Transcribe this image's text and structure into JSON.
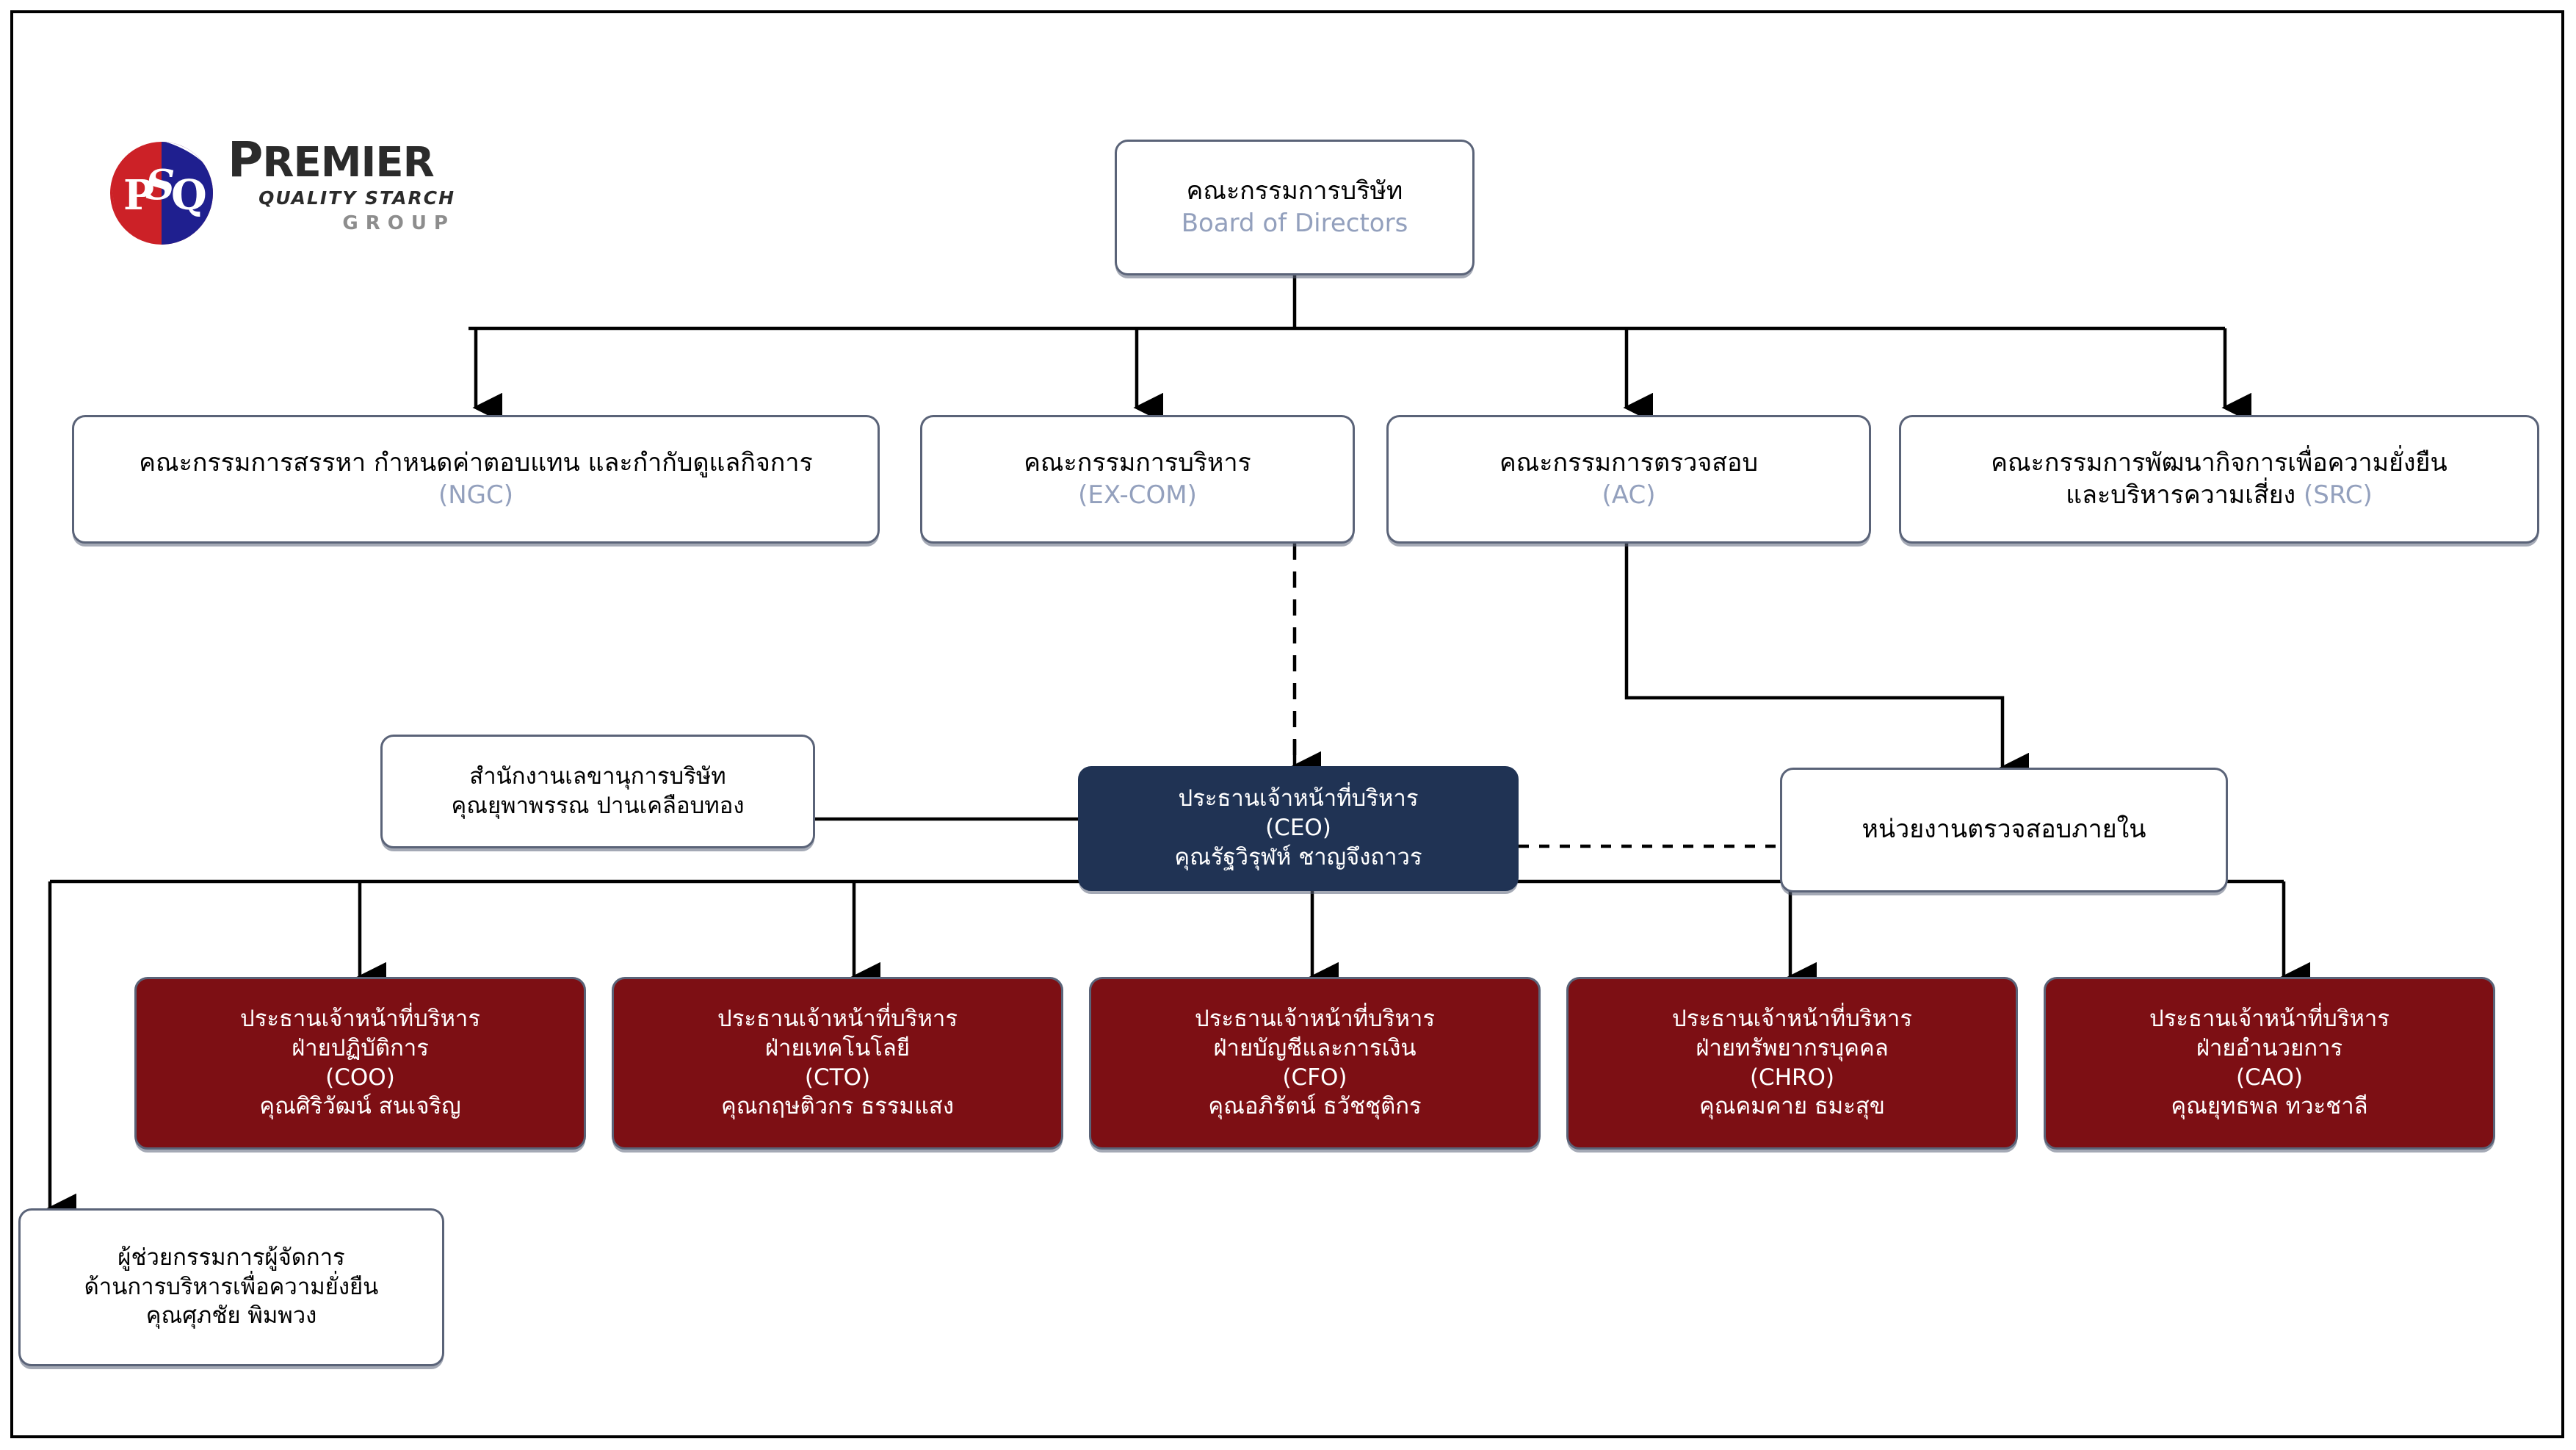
{
  "logo": {
    "monogram": "PSQ",
    "mono_p": "P",
    "mono_s": "S",
    "mono_q": "Q",
    "name": "PREMIER",
    "tagline": "QUALITY STARCH",
    "group": "GROUP"
  },
  "colors": {
    "navy": "#203354",
    "maroon": "#7d0f14",
    "border": "#5a6378",
    "subtitle": "#93a0bd",
    "logo_red": "#cc2127",
    "logo_blue": "#1f1f8f"
  },
  "nodes": {
    "board": {
      "title": "คณะกรรมการบริษัท",
      "subtitle": "Board of Directors"
    },
    "ngc": {
      "title": "คณะกรรมการสรรหา กำหนดค่าตอบแทน และกำกับดูแลกิจการ",
      "subtitle": "(NGC)"
    },
    "excom": {
      "title": "คณะกรรมการบริหาร",
      "subtitle": "(EX-COM)"
    },
    "ac": {
      "title": "คณะกรรมการตรวจสอบ",
      "subtitle": "(AC)"
    },
    "src": {
      "title": "คณะกรรมการพัฒนากิจการเพื่อความยั่งยืน",
      "line2": "และบริหารความเสี่ยง ",
      "subtitle": "(SRC)"
    },
    "ceo": {
      "title": "ประธานเจ้าหน้าที่บริหาร",
      "subtitle": "(CEO)",
      "name": "คุณรัฐวิรุฬห์ ชาญจึงถาวร"
    },
    "internal_audit": {
      "title": "หน่วยงานตรวจสอบภายใน"
    },
    "secretariat": {
      "title": "สำนักงานเลขานุการบริษัท",
      "name": "คุณยุพาพรรณ ปานเคลือบทอง"
    },
    "assistant_md": {
      "title": "ผู้ช่วยกรรมการผู้จัดการ",
      "line2": "ด้านการบริหารเพื่อความยั่งยืน",
      "name": "คุณศุภชัย พิมพวง"
    }
  },
  "executives": [
    {
      "title": "ประธานเจ้าหน้าที่บริหาร",
      "division": "ฝ่ายปฏิบัติการ",
      "abbr": "(COO)",
      "name": "คุณศิริวัฒน์ สนเจริญ"
    },
    {
      "title": "ประธานเจ้าหน้าที่บริหาร",
      "division": "ฝ่ายเทคโนโลยี",
      "abbr": "(CTO)",
      "name": "คุณกฤษติวกร  ธรรมแสง"
    },
    {
      "title": "ประธานเจ้าหน้าที่บริหาร",
      "division": "ฝ่ายบัญชีและการเงิน",
      "abbr": "(CFO)",
      "name": "คุณอภิรัตน์ ธวัชชุติกร"
    },
    {
      "title": "ประธานเจ้าหน้าที่บริหาร",
      "division": "ฝ่ายทรัพยากรบุคคล",
      "abbr": "(CHRO)",
      "name": "คุณคมคาย ธมะสุข"
    },
    {
      "title": "ประธานเจ้าหน้าที่บริหาร",
      "division": "ฝ่ายอำนวยการ",
      "abbr": "(CAO)",
      "name": "คุณยุทธพล ทวะชาลี"
    }
  ]
}
